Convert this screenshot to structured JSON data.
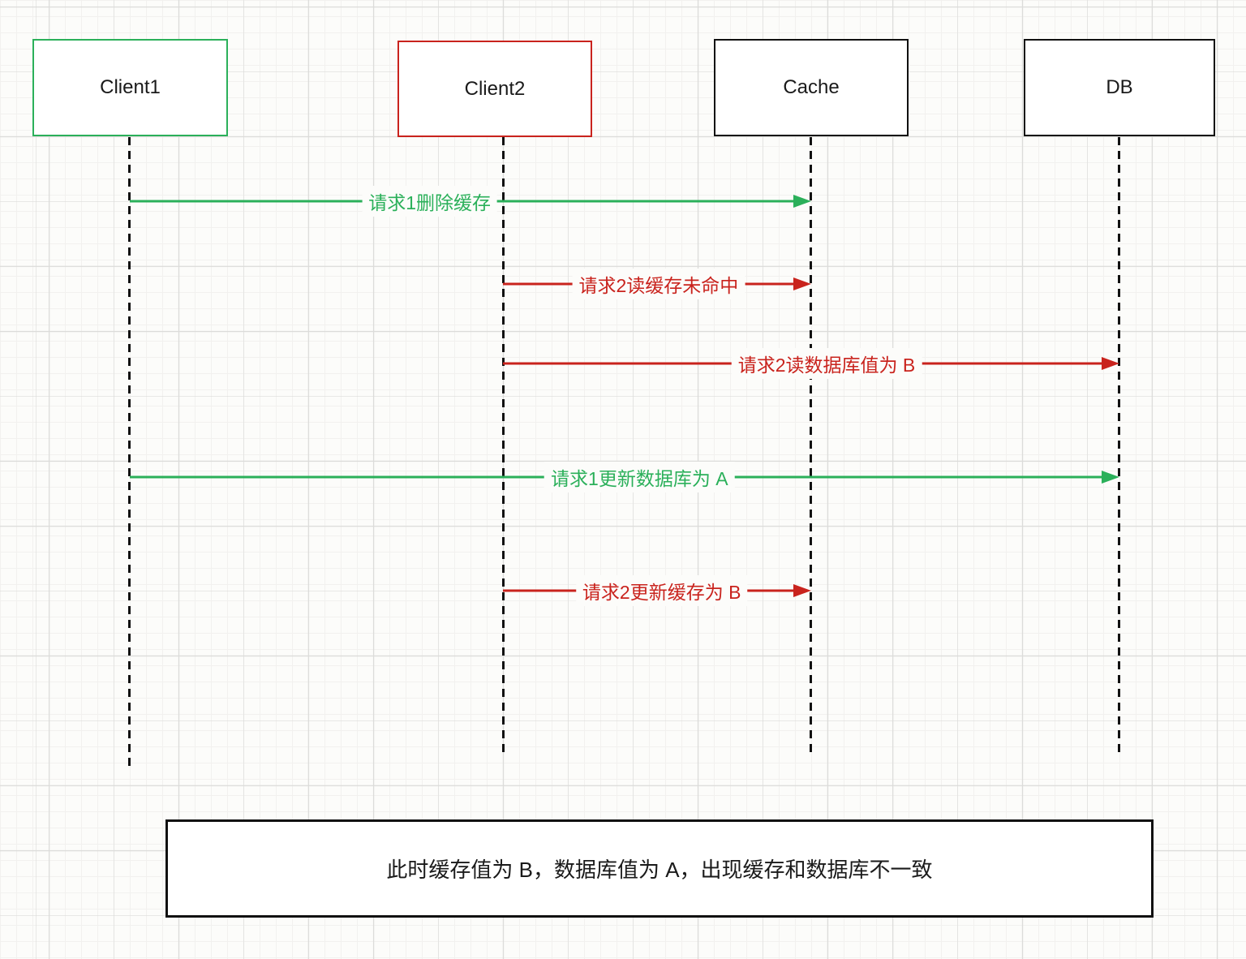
{
  "colors": {
    "green": "#2bb05a",
    "red": "#c9231d",
    "ink": "#111111",
    "canvas": "#fcfcfa",
    "grid-minor": "#f2f1ef",
    "grid-major": "#dcdcda"
  },
  "actors": [
    {
      "label": "Client1",
      "border_color": "#2bb05a"
    },
    {
      "label": "Client2",
      "border_color": "#c9231d"
    },
    {
      "label": "Cache",
      "border_color": "#111111"
    },
    {
      "label": "DB",
      "border_color": "#111111"
    }
  ],
  "messages": [
    {
      "label": "请求1删除缓存",
      "from": "Client1",
      "to": "Cache",
      "color": "#2bb05a"
    },
    {
      "label": "请求2读缓存未命中",
      "from": "Client2",
      "to": "Cache",
      "color": "#c9231d"
    },
    {
      "label": "请求2读数据库值为 B",
      "from": "Client2",
      "to": "DB",
      "color": "#c9231d"
    },
    {
      "label": "请求1更新数据库为 A",
      "from": "Client1",
      "to": "DB",
      "color": "#2bb05a"
    },
    {
      "label": "请求2更新缓存为 B",
      "from": "Client2",
      "to": "Cache",
      "color": "#c9231d"
    }
  ],
  "note": {
    "text": "此时缓存值为 B，数据库值为 A，出现缓存和数据库不一致"
  }
}
